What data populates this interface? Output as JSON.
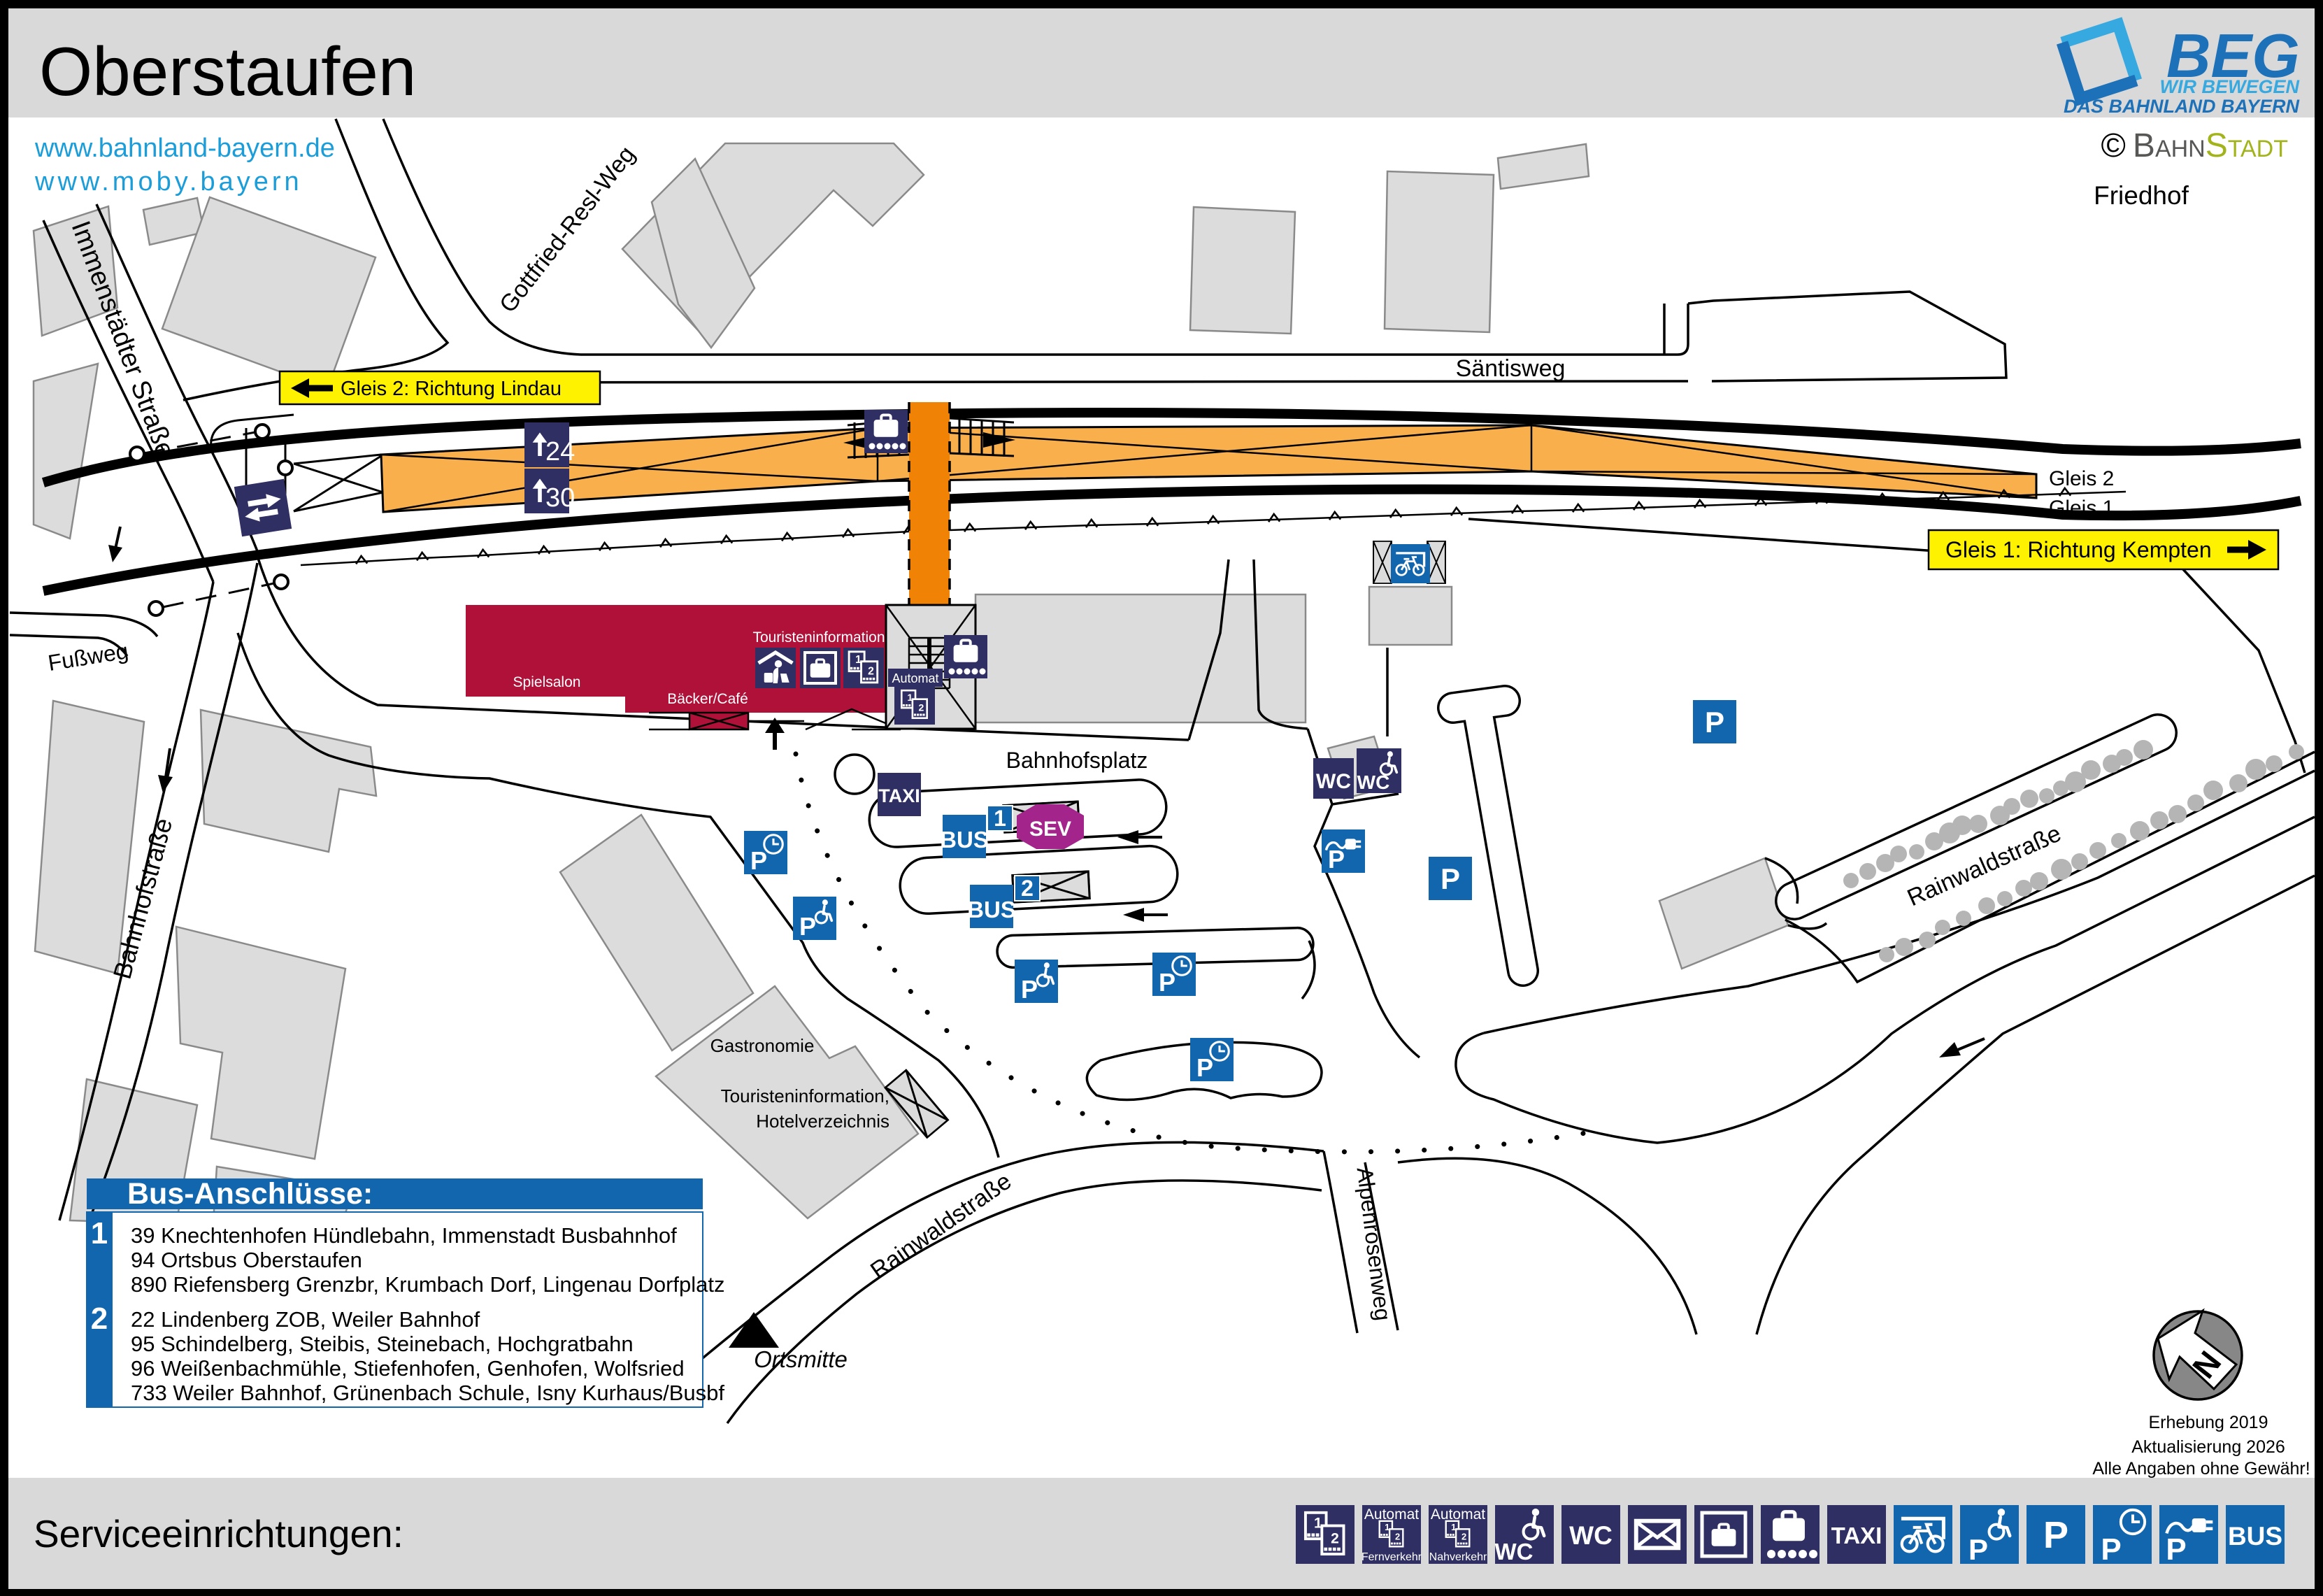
{
  "title": "Oberstaufen",
  "links": {
    "line1": "www.bahnland-bayern.de",
    "line2": "www.moby.bayern"
  },
  "logo": {
    "beg": "BEG",
    "claim1": "WIR BEWEGEN",
    "claim2": "DAS BAHNLAND BAYERN",
    "copyright": "©",
    "brand_bahn": "Bahn",
    "brand_stadt": "Stadt"
  },
  "map": {
    "streets": {
      "immenstaedter": "Immenstädter Straße",
      "gottfried": "Gottfried-Resl-Weg",
      "saentisweg": "Säntisweg",
      "fussweg": "Fußweg",
      "bahnhofstrasse": "Bahnhofstraße",
      "bahnhofsplatz": "Bahnhofsplatz",
      "rainwald_upper": "Rainwaldstraße",
      "rainwald_lower": "Rainwaldstraße",
      "alpenrosenweg": "Alpenrosenweg",
      "friedhof": "Friedhof",
      "ortsmitte": "Ortsmitte"
    },
    "pois": {
      "spielsalon": "Spielsalon",
      "baecker": "Bäcker/Café",
      "touristeninfo": "Touristeninformation",
      "gastronomie": "Gastronomie",
      "tourist_hotel_1": "Touristeninformation,",
      "tourist_hotel_2": "Hotelverzeichnis"
    },
    "signs": {
      "gleis2_direction": "Gleis 2: Richtung Lindau",
      "gleis1_direction": "Gleis 1: Richtung Kempten",
      "gleis2": "Gleis 2",
      "gleis1": "Gleis 1",
      "platform_24": "24",
      "platform_30": "30",
      "automat": "Automat",
      "north": "N"
    }
  },
  "icons": {
    "wc": "WC",
    "taxi": "TAXI",
    "bus": "BUS",
    "p": "P",
    "sev": "SEV",
    "stop1": "1",
    "stop2": "2",
    "ticket1": "1",
    "ticket2": "2",
    "automat": "Automat",
    "fernverkehr": "Fernverkehr",
    "nahverkehr": "Nahverkehr"
  },
  "legend": {
    "header": "Bus-Anschlüsse:",
    "stops": [
      {
        "number": "1",
        "lines": [
          "39 Knechtenhofen Hündlebahn, Immenstadt Busbahnhof",
          "94 Ortsbus Oberstaufen",
          "890 Riefensberg Grenzbr, Krumbach Dorf, Lingenau Dorfplatz"
        ]
      },
      {
        "number": "2",
        "lines": [
          "22 Lindenberg ZOB, Weiler Bahnhof",
          "95 Schindelberg, Steibis, Steinebach, Hochgratbahn",
          "96 Weißenbachmühle, Stiefenhofen, Genhofen, Wolfsried",
          "733 Weiler Bahnhof, Grünenbach Schule, Isny Kurhaus/Busbf"
        ]
      }
    ]
  },
  "notes": {
    "line1": "Erhebung 2019",
    "line2": "Aktualisierung 2026",
    "line3": "Alle Angaben ohne Gewähr!"
  },
  "footer": {
    "heading": "Serviceeinrichtungen:"
  },
  "colors": {
    "band": "#d9d9d9",
    "navy": "#302f63",
    "blue": "#1266ae",
    "red": "#b01139",
    "platform": "#f9b04c",
    "crossing": "#f08306",
    "yellow": "#fff200",
    "bldg": "#dcdcdc",
    "bldgline": "#8a8a8a",
    "hedge": "#b5b5b5",
    "linkblue": "#1b9dd9",
    "begdark": "#1d71b8",
    "beglight": "#36a9e1",
    "brandgray": "#575756",
    "brandgreen": "#a2b31c",
    "compass": "#878787",
    "sev": "#a3258c"
  }
}
